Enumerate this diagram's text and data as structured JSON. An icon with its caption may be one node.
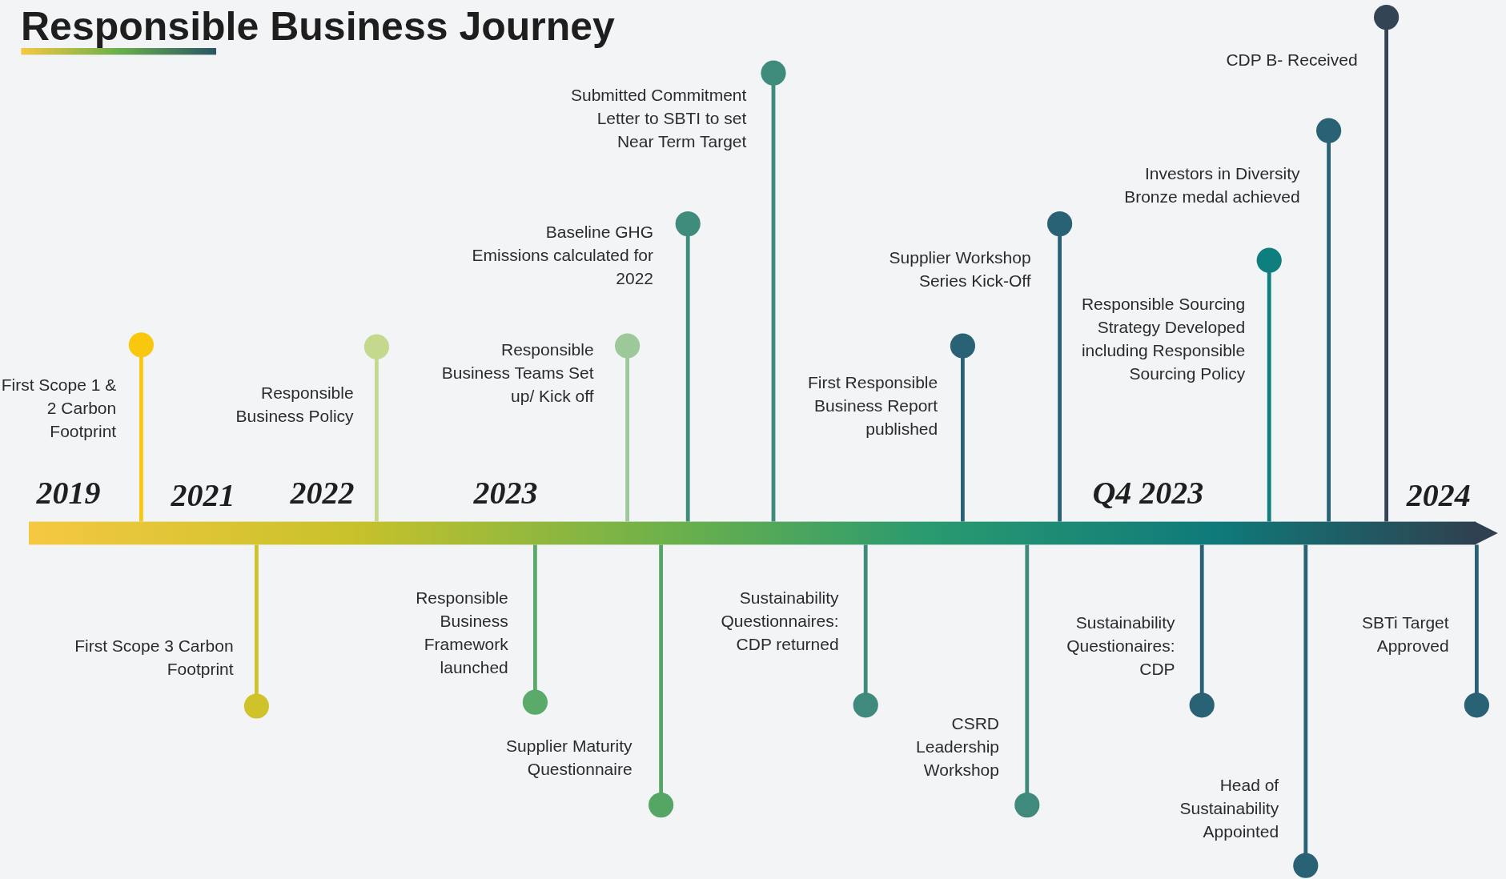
{
  "diagram": {
    "title": "Responsible Business Journey",
    "nodes": [
      {
        "text": [
          "First Scope 1 & 2 Carbon Footprint"
        ]
      },
      {
        "text": [
          "First Scope 3 Carbon Footprint"
        ]
      },
      {
        "text": [
          "Responsible Business Policy"
        ]
      },
      {
        "text": [
          "Responsible Business Framework launched"
        ]
      },
      {
        "text": [
          "Responsible Business Teams Set up/ Kick off"
        ]
      },
      {
        "text": [
          "Supplier Maturity Questionnaire"
        ]
      },
      {
        "text": [
          "Baseline GHG Emissions calculated for 2022"
        ]
      },
      {
        "text": [
          "Submitted Commitment Letter to SBTI to set Near Term Target"
        ]
      },
      {
        "text": [
          "Sustainability Questionnaires: CDP returned"
        ]
      },
      {
        "text": [
          "First Responsible Business Report published"
        ]
      },
      {
        "text": [
          "Supplier Workshop Series Kick-Off"
        ]
      },
      {
        "text": [
          "CSRD Leadership Workshop"
        ]
      },
      {
        "text": [
          "Sustainability Questionaires: CDP"
        ]
      },
      {
        "text": [
          "Responsible Sourcing Strategy Developed including Responsible Sourcing Policy"
        ]
      },
      {
        "text": [
          "Investors in Diversity Bronze medal achieved"
        ]
      },
      {
        "text": [
          "Head of Sustainability Appointed"
        ]
      },
      {
        "text": [
          "CDP B- Received"
        ]
      },
      {
        "text": [
          "SBTi Target Approved"
        ]
      }
    ],
    "labels": [
      "2019",
      "2021",
      "2022",
      "2023",
      "Q4 2023",
      "2024"
    ]
  }
}
